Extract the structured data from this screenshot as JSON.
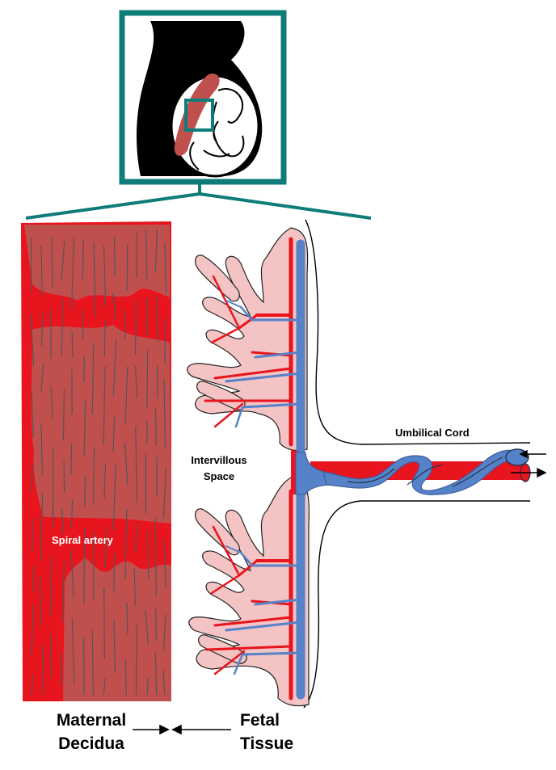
{
  "labels": {
    "umbilical_cord": "Umbilical Cord",
    "intervillous_space": [
      "Intervillous",
      "Space"
    ],
    "spiral_artery": "Spiral artery",
    "maternal_decidua": [
      "Maternal",
      "Decidua"
    ],
    "fetal_tissue": [
      "Fetal",
      "Tissue"
    ]
  },
  "colors": {
    "frame": "#0e7c78",
    "decidua": "#c0504d",
    "artery_red": "#e8141e",
    "vein_blue": "#5582c8",
    "villi_pink": "#f4c4c4",
    "silhouette": "#000000"
  }
}
